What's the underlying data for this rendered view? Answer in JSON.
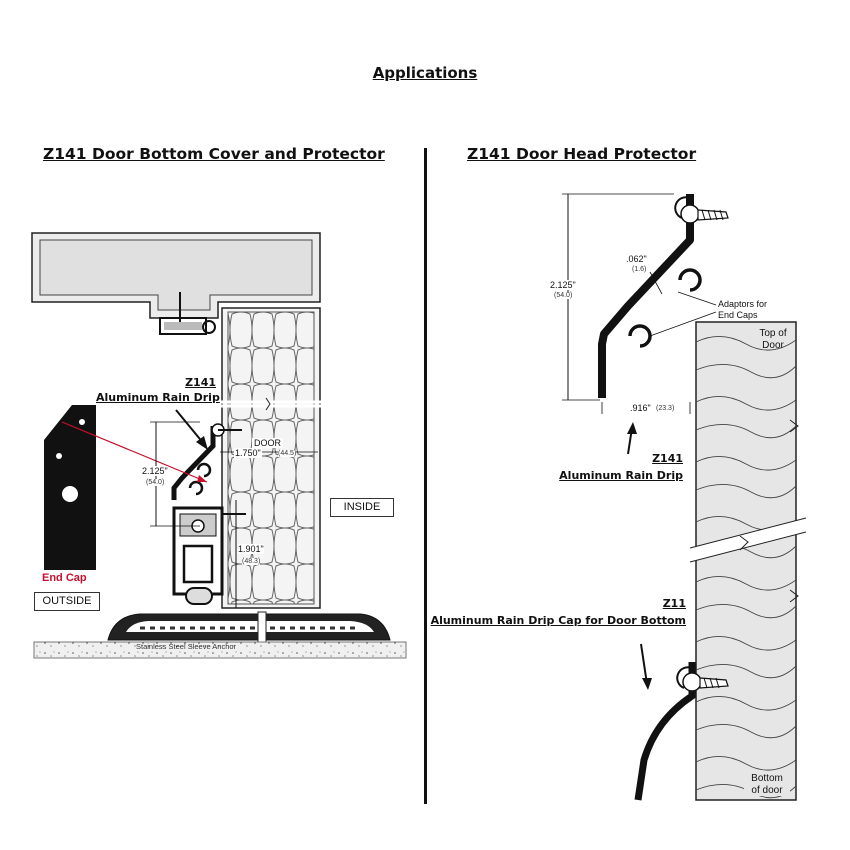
{
  "page": {
    "title": "Applications"
  },
  "left_panel": {
    "title": "Z141 Door Bottom Cover and Protector",
    "callout_code": "Z141",
    "callout_label": "Aluminum Rain Drip",
    "door_label": "DOOR",
    "door_thickness_in": "1.750\"",
    "door_thickness_mm": "(44.5)",
    "height_in": "2.125\"",
    "height_mm": "(54.0)",
    "lower_in": "1.901\"",
    "lower_mm": "(48.3)",
    "inside_label": "INSIDE",
    "outside_label": "OUTSIDE",
    "end_cap_label": "End Cap",
    "anchor_label": "Stainless Steel Sleeve Anchor"
  },
  "right_panel": {
    "title": "Z141 Door Head Protector",
    "thickness": ".062\"",
    "thickness_mm": "(1.6)",
    "height_in": "2.125\"",
    "height_mm": "(54.0)",
    "depth": ".916\"",
    "depth_mm": "(23.3)",
    "adaptors_line1": "Adaptors for",
    "adaptors_line2": "End Caps",
    "top_line1": "Top of",
    "top_line2": "Door",
    "bottom_line1": "Bottom",
    "bottom_line2": "of door",
    "callout1_code": "Z141",
    "callout1_label": "Aluminum Rain Drip",
    "callout2_code": "Z11",
    "callout2_label": "Aluminum Rain Drip Cap for Door Bottom"
  },
  "colors": {
    "accent_red": "#c8102e",
    "line": "#111111",
    "fill_gray": "#e9e9e9"
  }
}
